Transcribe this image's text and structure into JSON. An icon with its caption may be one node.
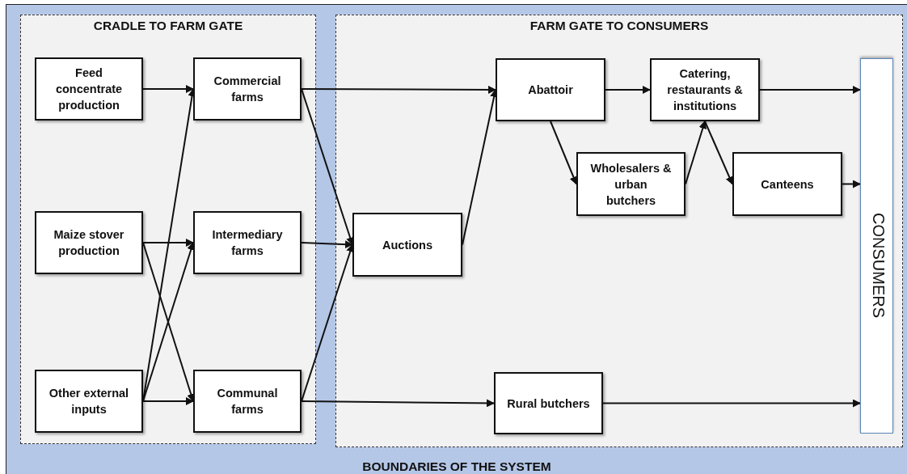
{
  "diagram": {
    "nodes": [
      {
        "text": [
          "BOUNDARIES OF THE SYSTEM"
        ]
      },
      {
        "text": [
          "CRADLE TO FARM GATE"
        ],
        "in": 0
      },
      {
        "text": [
          "Feed concentrate production"
        ],
        "in": 1
      },
      {
        "text": [
          "Commercial farms"
        ],
        "in": 1
      },
      {
        "text": [
          "Maize stover production"
        ],
        "in": 1
      },
      {
        "text": [
          "Intermediary farms"
        ],
        "in": 1
      },
      {
        "text": [
          "Other external inputs"
        ],
        "in": 1
      },
      {
        "text": [
          "Communal farms"
        ],
        "in": 1
      },
      {
        "text": [
          "FARM GATE TO CONSUMERS"
        ],
        "in": 0
      },
      {
        "text": [
          "Abattoir"
        ],
        "in": 8
      },
      {
        "text": [
          "Catering, restaurants & institutions"
        ],
        "in": 8
      },
      {
        "text": [
          "CONSUMERS"
        ],
        "in": 8
      },
      {
        "text": [
          "Wholesalers & urban butchers"
        ],
        "in": 8
      },
      {
        "text": [
          "Canteens"
        ],
        "in": 8
      },
      {
        "text": [
          "Auctions"
        ],
        "in": 8
      },
      {
        "text": [
          "Rural butchers"
        ],
        "in": 8
      }
    ],
    "edges": [
      {
        "from": 2,
        "to": 3,
        "arrow": "to"
      },
      {
        "from": 4,
        "to": 5,
        "arrow": "to"
      },
      {
        "from": 4,
        "to": 7,
        "arrow": "to"
      },
      {
        "from": 6,
        "to": 3,
        "arrow": "to"
      },
      {
        "from": 6,
        "to": 5,
        "arrow": "to"
      },
      {
        "from": 6,
        "to": 7,
        "arrow": "to"
      },
      {
        "from": 3,
        "to": 9,
        "arrow": "to"
      },
      {
        "from": 3,
        "to": 14,
        "arrow": "to"
      },
      {
        "from": 5,
        "to": 14,
        "arrow": "to"
      },
      {
        "from": 7,
        "to": 14,
        "arrow": "to"
      },
      {
        "from": 7,
        "to": 15,
        "arrow": "to"
      },
      {
        "from": 14,
        "to": 9,
        "arrow": "to"
      },
      {
        "from": 9,
        "to": 10,
        "arrow": "to"
      },
      {
        "from": 9,
        "to": 12,
        "arrow": "to"
      },
      {
        "from": 12,
        "to": 10,
        "arrow": "to"
      },
      {
        "from": 10,
        "to": 13,
        "arrow": "to"
      },
      {
        "from": 10,
        "to": 11,
        "arrow": "to"
      },
      {
        "from": 13,
        "to": 11,
        "arrow": "to"
      },
      {
        "from": 15,
        "to": 11,
        "arrow": "to"
      }
    ]
  }
}
